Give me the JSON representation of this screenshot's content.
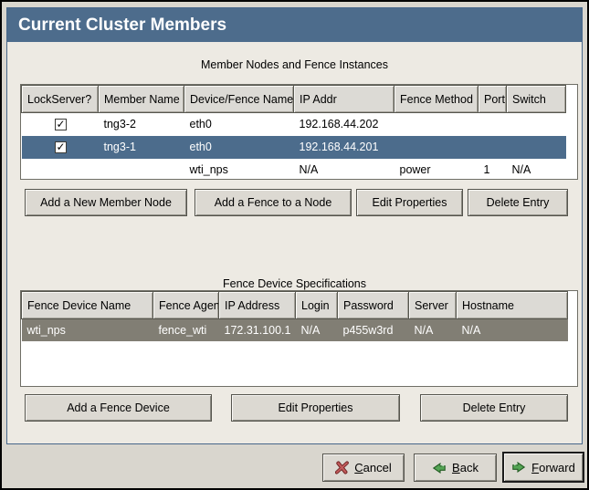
{
  "window": {
    "title": "Current Cluster Members"
  },
  "colors": {
    "titlebar": "#4d6c8c",
    "selected_row_focused": "#4c6c8c",
    "selected_row_unfocused": "#817e74",
    "header_cell": "#dcdad5",
    "panel_background": "#edeae3",
    "frame_background": "#d9d6ce"
  },
  "icons": {
    "check": "✓"
  },
  "members_section": {
    "caption": "Member Nodes and Fence Instances",
    "columns": [
      "LockServer?",
      "Member Name",
      "Device/Fence Name",
      "IP Addr",
      "Fence Method",
      "Port",
      "Switch"
    ],
    "rows": [
      {
        "lockserver": true,
        "member_name": "tng3-2",
        "device_fence_name": "eth0",
        "ip_addr": "192.168.44.202",
        "fence_method": "",
        "port": "",
        "switch": "",
        "selected": false
      },
      {
        "lockserver": true,
        "member_name": "tng3-1",
        "device_fence_name": "eth0",
        "ip_addr": "192.168.44.201",
        "fence_method": "",
        "port": "",
        "switch": "",
        "selected": true
      },
      {
        "lockserver": false,
        "member_name": "",
        "device_fence_name": "wti_nps",
        "ip_addr": "N/A",
        "fence_method": "power",
        "port": "1",
        "switch": "N/A",
        "selected": false
      }
    ],
    "buttons": [
      "Add a New Member Node",
      "Add a Fence to a Node",
      "Edit Properties",
      "Delete Entry"
    ]
  },
  "fence_section": {
    "caption": "Fence Device Specifications",
    "columns": [
      "Fence Device Name",
      "Fence Agent",
      "IP Address",
      "Login",
      "Password",
      "Server",
      "Hostname"
    ],
    "rows": [
      {
        "fence_device_name": "wti_nps",
        "fence_agent": "fence_wti",
        "ip_address": "172.31.100.1",
        "login": "N/A",
        "password": "p455w3rd",
        "server": "N/A",
        "hostname": "N/A",
        "selected": true
      }
    ],
    "buttons": [
      "Add a Fence Device",
      "Edit Properties",
      "Delete Entry"
    ]
  },
  "footer": {
    "cancel": {
      "key": "C",
      "rest": "ancel"
    },
    "back": {
      "key": "B",
      "rest": "ack"
    },
    "forward": {
      "key": "F",
      "rest": "orward"
    }
  }
}
